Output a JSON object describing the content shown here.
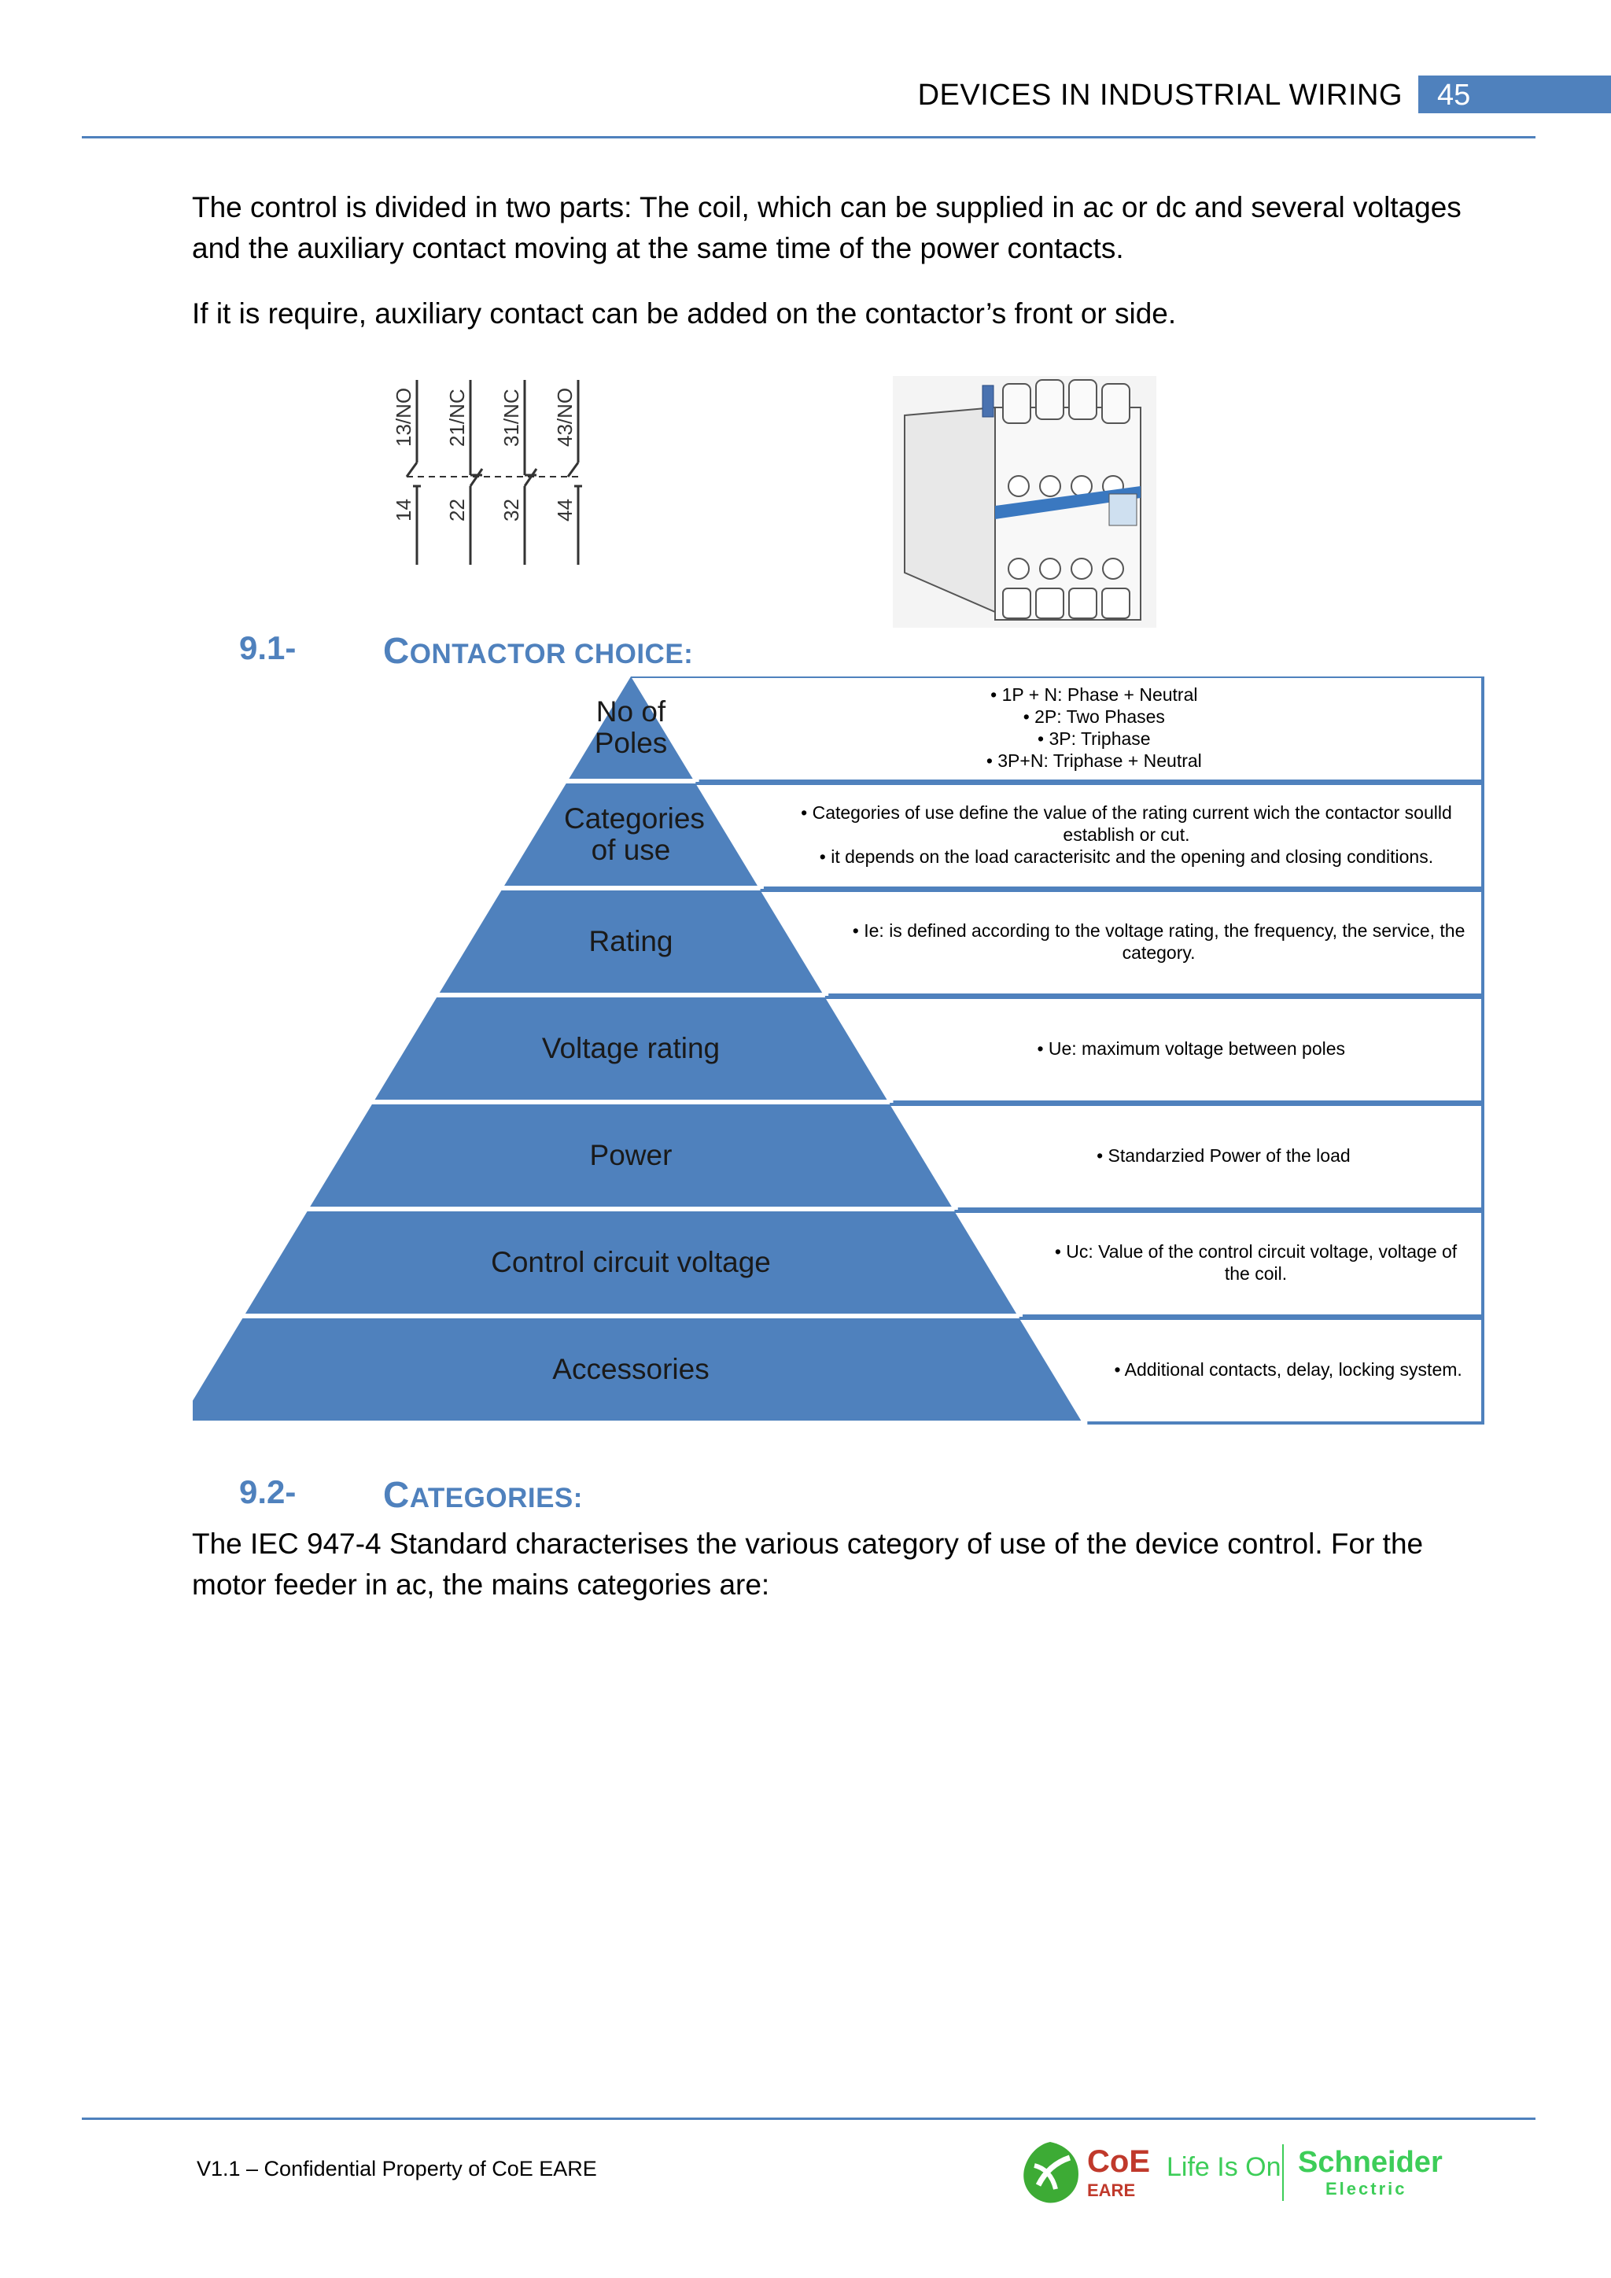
{
  "header": {
    "title": "DEVICES IN INDUSTRIAL WIRING",
    "page_number": "45"
  },
  "intro": {
    "p1": "The control is divided in two parts: The coil, which can be supplied in ac or dc and several voltages and the auxiliary contact moving at the same time of the power contacts.",
    "p2": "If it is require, auxiliary contact can be added on the contactor’s front or side."
  },
  "diagram": {
    "top_labels": [
      "13/NO",
      "21/NC",
      "31/NC",
      "43/NO"
    ],
    "bottom_labels": [
      "14",
      "22",
      "32",
      "44"
    ]
  },
  "section1": {
    "number": "9.1-",
    "title_first": "C",
    "title_rest": "ONTACTOR CHOICE:"
  },
  "pyramid": [
    {
      "label": "No of Poles",
      "desc": [
        "• 1P + N: Phase + Neutral",
        "• 2P: Two Phases",
        "• 3P: Triphase",
        "• 3P+N: Triphase + Neutral"
      ]
    },
    {
      "label": "Categories of use",
      "desc": [
        "• Categories of use define the value of the rating current wich the contactor soulld establish or cut.",
        "• it depends on the load caracterisitc and the opening and closing conditions."
      ]
    },
    {
      "label": "Rating",
      "desc": [
        "• Ie: is defined according to the voltage rating, the frequency, the service, the category."
      ]
    },
    {
      "label": "Voltage rating",
      "desc": [
        "• Ue: maximum voltage between poles"
      ]
    },
    {
      "label": "Power",
      "desc": [
        "• Standarzied Power of the load"
      ]
    },
    {
      "label": "Control circuit voltage",
      "desc": [
        "• Uc: Value of the control circuit voltage, voltage of the coil."
      ]
    },
    {
      "label": "Accessories",
      "desc": [
        "• Additional contacts, delay, locking system."
      ]
    }
  ],
  "section2": {
    "number": "9.2-",
    "title_first": "C",
    "title_rest": "ATEGORIES:"
  },
  "categories_para": "The IEC 947-4 Standard characterises the various category of use of the device control. For the motor feeder in ac, the mains categories are:",
  "footer": {
    "text": "V1.1 – Confidential Property of CoE EARE",
    "logo_coe": "CoE",
    "logo_eare": "EARE",
    "tagline": "Life Is On",
    "brand": "Schneider",
    "brand_sub": "Electric"
  },
  "colors": {
    "accent": "#4f81bd",
    "green": "#3dab35",
    "schneider_green": "#3dcd58"
  }
}
